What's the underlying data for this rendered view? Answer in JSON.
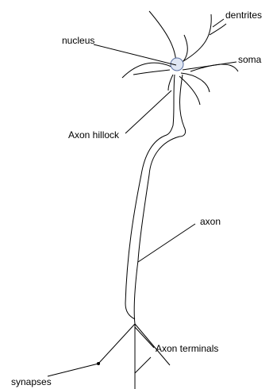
{
  "labels": {
    "dendrites": "dentrites",
    "nucleus": "nucleus",
    "soma": "soma",
    "axon_hillock": "Axon hillock",
    "axon": "axon",
    "axon_terminals": "Axon terminals",
    "synapses": "synapses"
  },
  "colors": {
    "nucleus_fill": "#dfe6f4",
    "nucleus_stroke": "#5a6fa0",
    "line": "#000000"
  }
}
